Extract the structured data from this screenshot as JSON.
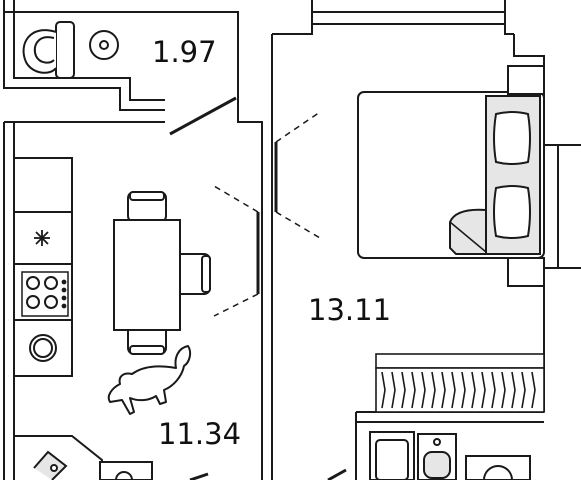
{
  "rooms": {
    "toilet_area": "1.97",
    "bedroom_area": "13.11",
    "kitchen_area": "11.34"
  },
  "colors": {
    "wall": "#1a1a1a",
    "fixture_fill": "#e6e6e6",
    "furniture_fill": "#ffffff",
    "background": "#ffffff"
  },
  "icons": {
    "toilet": "toilet-icon",
    "sink": "sink-icon",
    "bed": "bed-icon",
    "table": "dining-table-icon",
    "stove": "stove-icon",
    "washer": "washing-machine-icon",
    "dog": "dog-icon"
  }
}
